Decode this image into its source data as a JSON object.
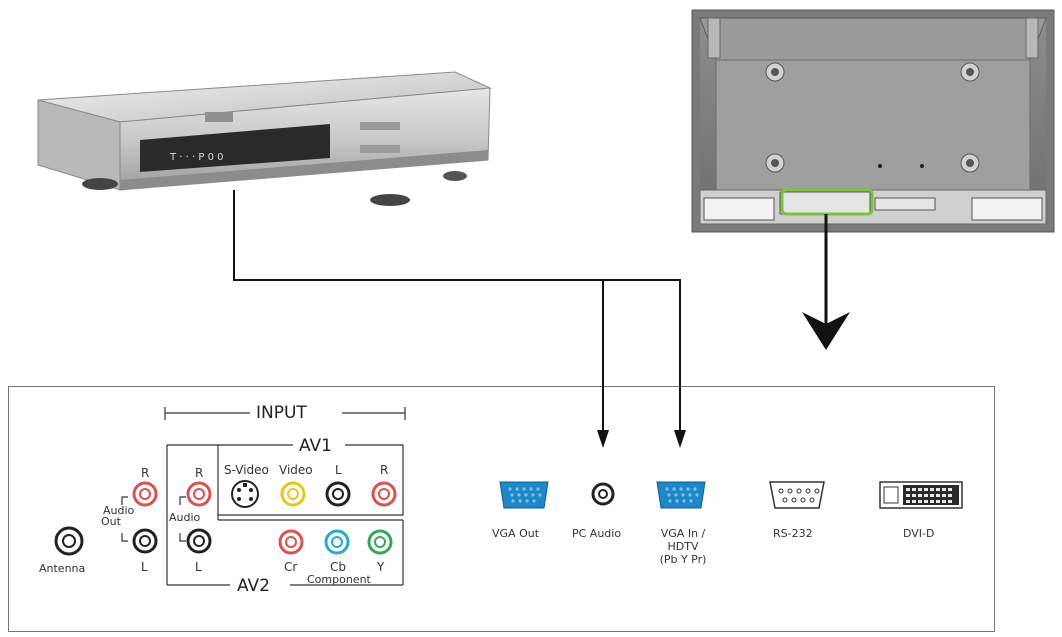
{
  "panel": {
    "input_title": "INPUT",
    "av1_title": "AV1",
    "av2_title": "AV2",
    "audio_out": {
      "r": "R",
      "l": "L",
      "label_line1": "Audio",
      "label_line2": "Out"
    },
    "av2_audio": {
      "r": "R",
      "l": "L",
      "label": "Audio"
    },
    "av1_ports": {
      "svideo": "S-Video",
      "video": "Video",
      "l": "L",
      "r": "R"
    },
    "component": {
      "cr": "Cr",
      "cb": "Cb",
      "y": "Y",
      "label": "Component"
    },
    "antenna": "Antenna",
    "vga_out": "VGA  Out",
    "pc_audio": "PC  Audio",
    "vga_in": {
      "line1": "VGA  In /",
      "line2": "HDTV",
      "line3": "(Pb Y Pr)"
    },
    "rs232": "RS-232",
    "dvid": "DVI-D"
  },
  "colors": {
    "vga_blue": "#1f86c8",
    "rca_red": "#d9534f",
    "rca_yellow": "#e6c51d",
    "rca_blue": "#2aa8d8",
    "rca_green": "#3aa65a",
    "highlight_green": "#7cc242",
    "device_silver": "#cfcfcf"
  },
  "icons": {
    "vcr": "vcr-device-icon",
    "tv_back": "tv-rear-view-icon",
    "arrow": "down-arrow-icon"
  }
}
